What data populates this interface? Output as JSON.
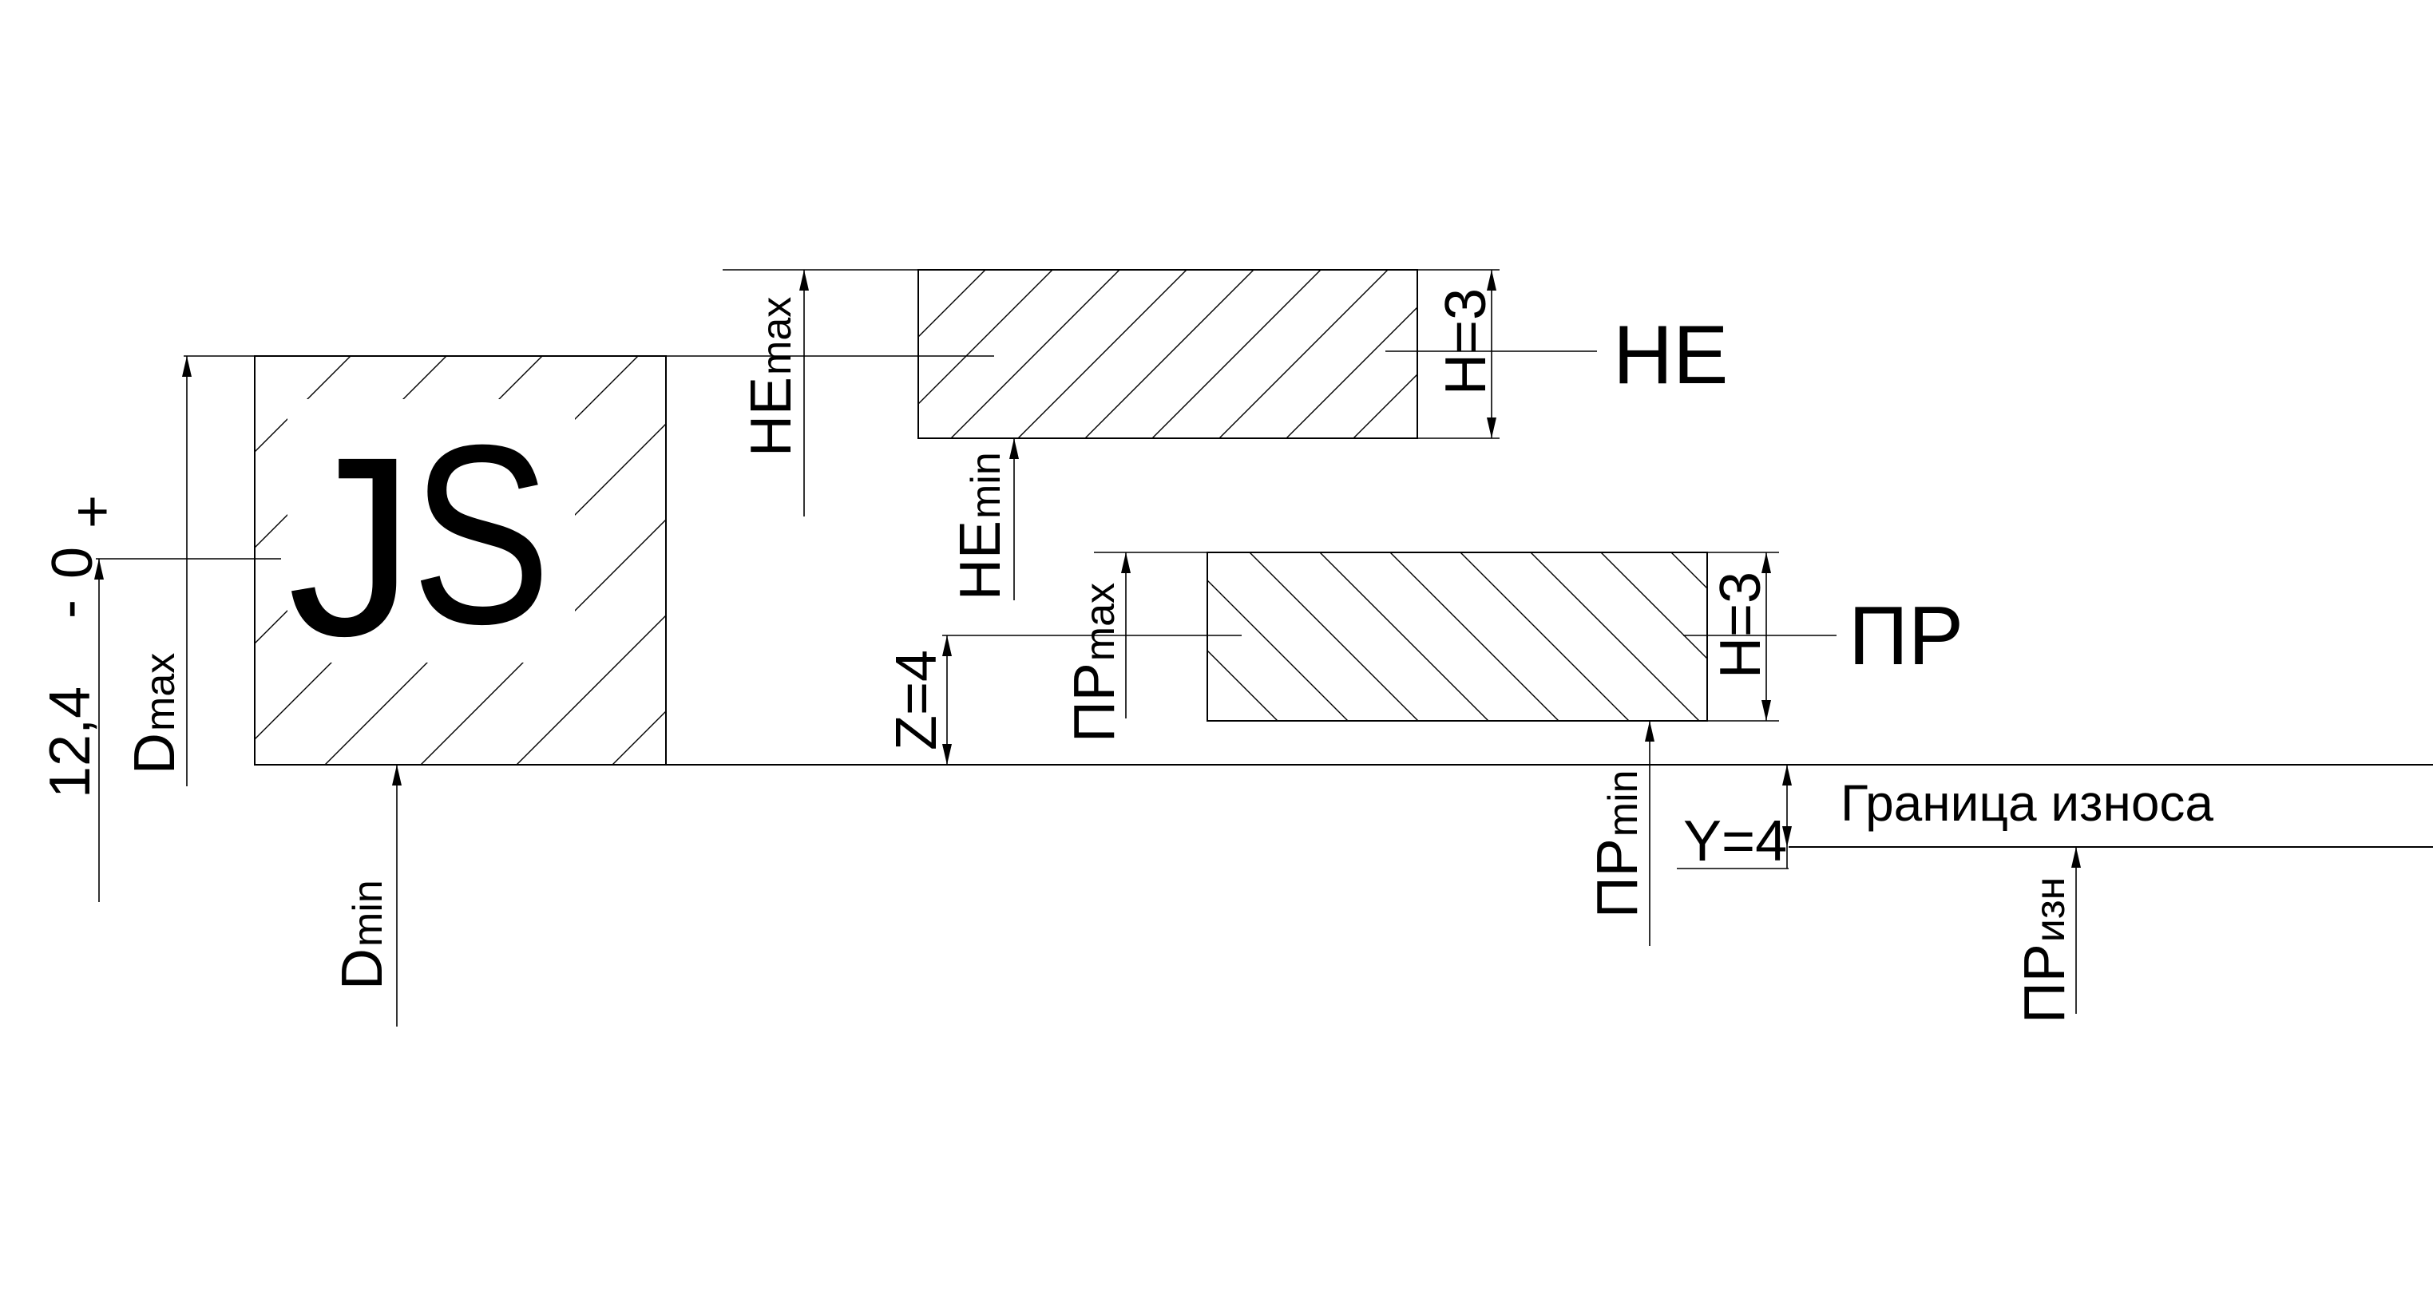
{
  "tolerance_field": {
    "letter": "J",
    "suffix": "S",
    "tolerance_value": "12,4",
    "zero_label": "0",
    "plus_sign": "+",
    "minus_sign": "-"
  },
  "dimensions": {
    "d_max": {
      "base": "D",
      "sub": "max"
    },
    "d_min": {
      "base": "D",
      "sub": "min"
    },
    "ne_max": {
      "base": "НЕ",
      "sub": "max"
    },
    "ne_min": {
      "base": "НЕ",
      "sub": "min"
    },
    "pr_max": {
      "base": "ПР",
      "sub": "max"
    },
    "pr_min": {
      "base": "ПР",
      "sub": "min"
    },
    "pr_wear": {
      "base": "ПР",
      "sub": "изн"
    },
    "h_ne": "H=3",
    "h_pr": "H=3",
    "z": "Z=4",
    "y": "Y=4"
  },
  "gauges": {
    "ne_label": "НЕ",
    "pr_label": "ПР"
  },
  "wear_limit_label": "Граница износа"
}
